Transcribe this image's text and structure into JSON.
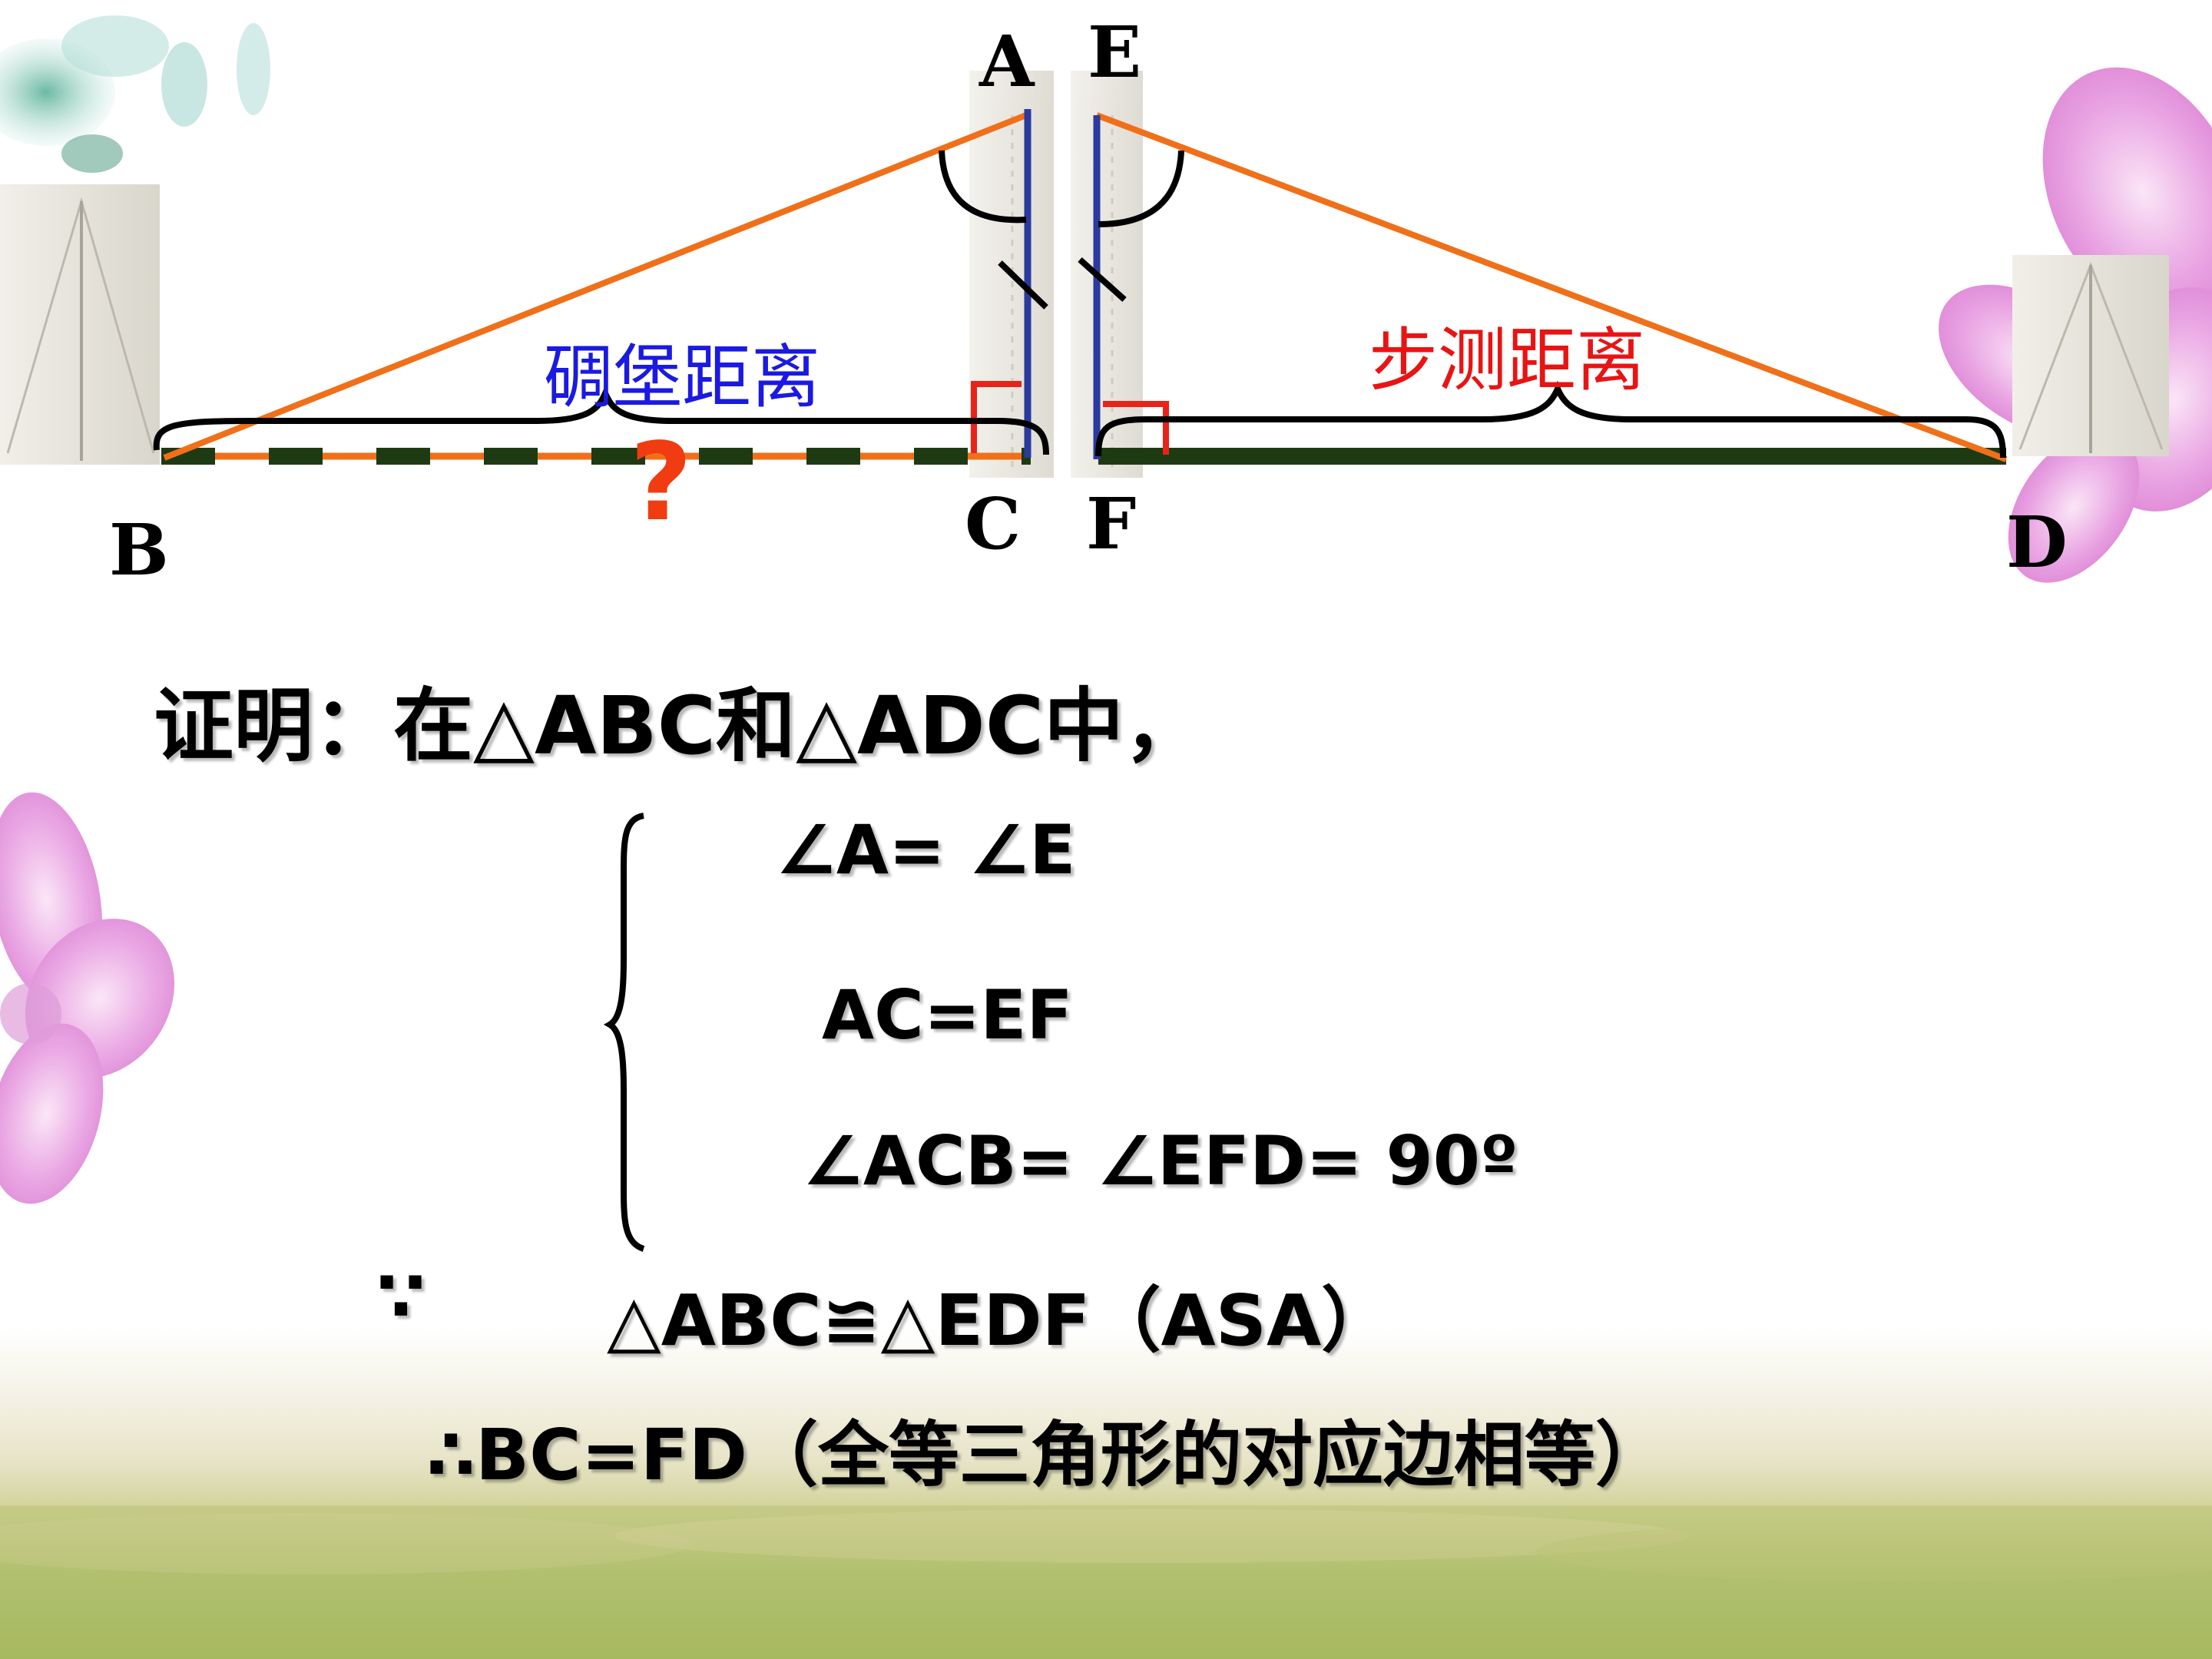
{
  "diagram": {
    "points": {
      "A": "A",
      "E": "E",
      "B": "B",
      "C": "C",
      "F": "F",
      "D": "D"
    },
    "left_distance_label": "碉堡距离",
    "right_distance_label": "步测距离",
    "unknown_mark": "?",
    "colors": {
      "triangle_sides": "#f0701a",
      "vertical_sides": "#2b3a9e",
      "base_line": "#1e3a12",
      "right_angle": "#e8231a",
      "left_label": "#1a1ae0",
      "right_label": "#e81414",
      "question_mark": "#f03c10"
    }
  },
  "proof": {
    "heading": "证明：在△ABC和△ADC中，",
    "conditions": [
      "∠A= ∠E",
      "AC=EF",
      "∠ACB= ∠EFD= 90º"
    ],
    "therefore_symbol": "∵",
    "congruence": "△ABC≌△EDF（ASA）",
    "conclusion": "∴BC=FD（全等三角形的对应边相等）"
  }
}
